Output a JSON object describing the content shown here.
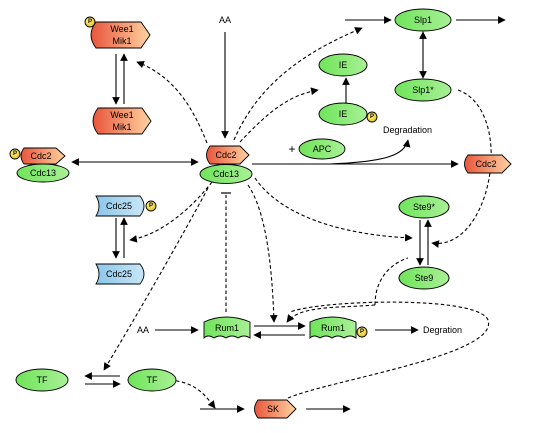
{
  "colors": {
    "green": "#6fe45a",
    "green_light": "#9ef08c",
    "orange_red": "#e8563c",
    "orange_light": "#ffd2a0",
    "blue": "#a8d4ee",
    "phospho": "#f3d21a",
    "line": "#000000"
  },
  "phospho_label": "P",
  "nodes": {
    "wee1_mik1_top": {
      "line1": "Wee1",
      "line2": "Mik1"
    },
    "wee1_mik1_bottom": {
      "line1": "Wee1",
      "line2": "Mik1"
    },
    "cdc2_left": "Cdc2",
    "cdc13_left": "Cdc13",
    "cdc2_center": "Cdc2",
    "cdc13_center": "Cdc13",
    "cdc25_top": "Cdc25",
    "cdc25_bottom": "Cdc25",
    "ie_top": "IE",
    "ie_bottom": "IE",
    "slp1": "Slp1",
    "slp1_star": "Slp1*",
    "apc": "APC",
    "cdc2_right": "Cdc2",
    "ste9_star": "Ste9*",
    "ste9": "Ste9",
    "rum1_left": "Rum1",
    "rum1_right": "Rum1",
    "tf_left": "TF",
    "tf_right": "TF",
    "sk": "SK"
  },
  "labels": {
    "aa_top": "AA",
    "aa_left": "AA",
    "plus": "+",
    "degradation_top": "Degradation",
    "degradation_right": "Degration"
  }
}
